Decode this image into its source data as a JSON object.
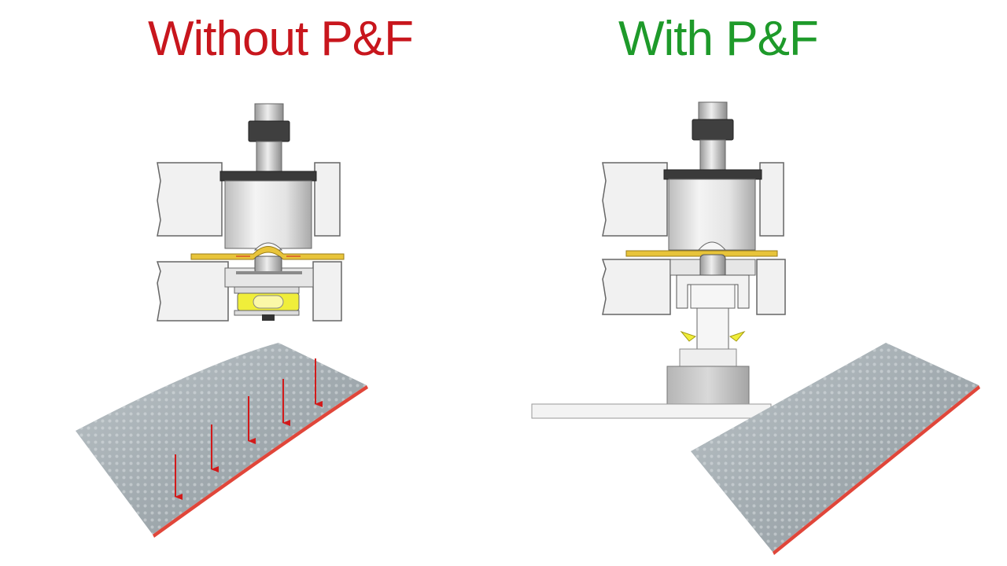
{
  "panels": {
    "left": {
      "title": "Without P&F",
      "title_color": "#c8161d",
      "sheet_state": "curved"
    },
    "right": {
      "title": "With P&F",
      "title_color": "#1e9a2a",
      "sheet_state": "flat"
    }
  },
  "colors": {
    "strip": "#e8c43a",
    "sheet": "#a8b1b6",
    "sheet_edge": "#e0463a",
    "arrow": "#d21a1a",
    "indicator": "#f0ee3a",
    "steel": "#dcdcdc",
    "outline": "#555555"
  }
}
